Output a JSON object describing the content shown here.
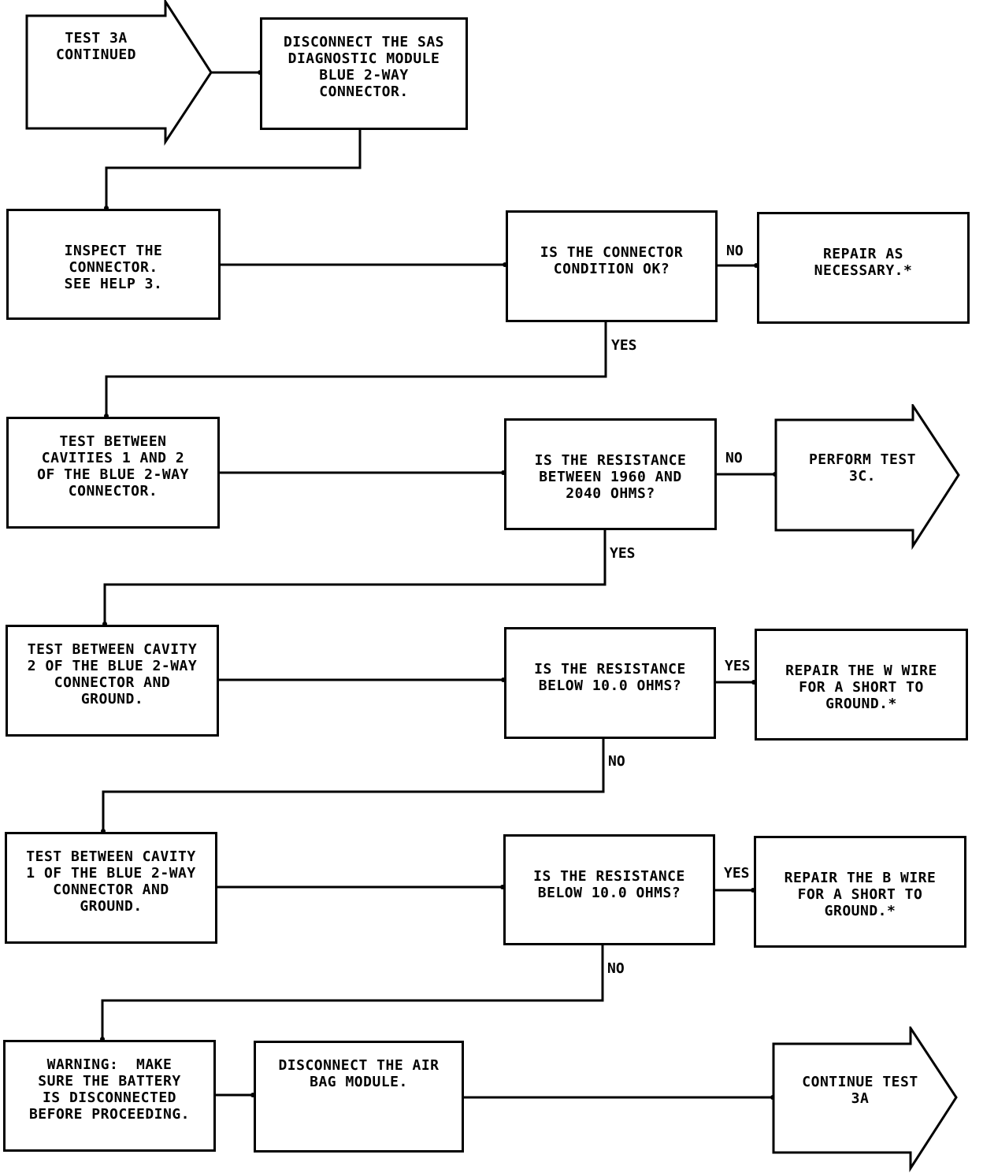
{
  "nodes": {
    "start": "TEST 3A\nCONTINUED",
    "disconnect_sas": "DISCONNECT THE SAS\nDIAGNOSTIC MODULE\nBLUE 2-WAY\nCONNECTOR.",
    "inspect": "INSPECT THE\nCONNECTOR.\nSEE HELP 3.",
    "q_condition": "IS THE CONNECTOR\nCONDITION OK?",
    "repair_necessary": "REPAIR AS\nNECESSARY.*",
    "test_cav12": "TEST BETWEEN\nCAVITIES 1 AND 2\nOF THE BLUE 2-WAY\nCONNECTOR.",
    "q_res_range": "IS THE RESISTANCE\nBETWEEN 1960 AND\n2040 OHMS?",
    "perform_3c": "PERFORM TEST\n3C.",
    "test_cav2_gnd": "TEST BETWEEN CAVITY\n2 OF THE BLUE 2-WAY\nCONNECTOR AND\nGROUND.",
    "q_below_1": "IS THE RESISTANCE\nBELOW 10.0 OHMS?",
    "repair_w": "REPAIR THE W WIRE\nFOR A SHORT TO\nGROUND.*",
    "test_cav1_gnd": "TEST BETWEEN CAVITY\n1 OF THE BLUE 2-WAY\nCONNECTOR AND\nGROUND.",
    "q_below_2": "IS THE RESISTANCE\nBELOW 10.0 OHMS?",
    "repair_b": "REPAIR THE B WIRE\nFOR A SHORT TO\nGROUND.*",
    "warning": "WARNING:  MAKE\nSURE THE BATTERY\nIS DISCONNECTED\nBEFORE PROCEEDING.",
    "disconnect_airbag": "DISCONNECT THE AIR\nBAG MODULE.",
    "continue_3a": "CONTINUE TEST\n3A"
  },
  "labels": {
    "no_1": "NO",
    "yes_1": "YES",
    "no_2": "NO",
    "yes_2": "YES",
    "yes_3": "YES",
    "no_3": "NO",
    "yes_4": "YES",
    "no_4": "NO"
  }
}
